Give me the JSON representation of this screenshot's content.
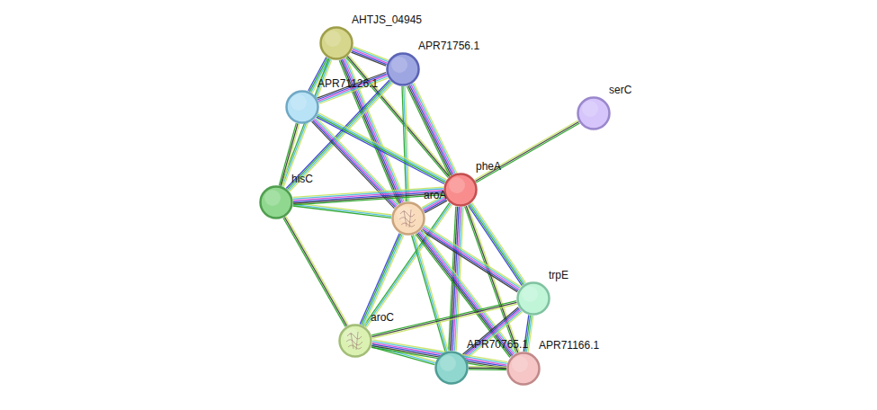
{
  "diagram": {
    "nodes": [
      {
        "text": [
          "AHTJS_04945"
        ]
      },
      {
        "text": [
          "APR71756.1"
        ]
      },
      {
        "text": [
          "APR71126.1"
        ]
      },
      {
        "text": [
          "serC"
        ]
      },
      {
        "text": [
          "hisC"
        ]
      },
      {
        "text": [
          "pheA"
        ]
      },
      {
        "text": [
          "aroA"
        ]
      },
      {
        "text": [
          "trpE"
        ]
      },
      {
        "text": [
          "aroC"
        ]
      },
      {
        "text": [
          "APR70765.1"
        ]
      },
      {
        "text": [
          "APR71166.1"
        ]
      }
    ],
    "edges": [
      {
        "from": 5,
        "to": 3,
        "arrow": "none"
      },
      {
        "from": 0,
        "to": 1,
        "arrow": "none"
      },
      {
        "from": 0,
        "to": 2,
        "arrow": "none"
      },
      {
        "from": 0,
        "to": 4,
        "arrow": "none"
      },
      {
        "from": 0,
        "to": 6,
        "arrow": "none"
      },
      {
        "from": 0,
        "to": 5,
        "arrow": "none"
      },
      {
        "from": 1,
        "to": 2,
        "arrow": "none"
      },
      {
        "from": 1,
        "to": 4,
        "arrow": "none"
      },
      {
        "from": 1,
        "to": 6,
        "arrow": "none"
      },
      {
        "from": 1,
        "to": 5,
        "arrow": "none"
      },
      {
        "from": 2,
        "to": 4,
        "arrow": "none"
      },
      {
        "from": 2,
        "to": 6,
        "arrow": "none"
      },
      {
        "from": 2,
        "to": 5,
        "arrow": "none"
      },
      {
        "from": 4,
        "to": 6,
        "arrow": "none"
      },
      {
        "from": 4,
        "to": 5,
        "arrow": "none"
      },
      {
        "from": 4,
        "to": 8,
        "arrow": "none"
      },
      {
        "from": 6,
        "to": 5,
        "arrow": "none"
      },
      {
        "from": 5,
        "to": 7,
        "arrow": "none"
      },
      {
        "from": 5,
        "to": 8,
        "arrow": "none"
      },
      {
        "from": 5,
        "to": 9,
        "arrow": "none"
      },
      {
        "from": 5,
        "to": 10,
        "arrow": "none"
      },
      {
        "from": 6,
        "to": 7,
        "arrow": "none"
      },
      {
        "from": 6,
        "to": 8,
        "arrow": "none"
      },
      {
        "from": 6,
        "to": 9,
        "arrow": "none"
      },
      {
        "from": 6,
        "to": 10,
        "arrow": "none"
      },
      {
        "from": 7,
        "to": 8,
        "arrow": "none"
      },
      {
        "from": 7,
        "to": 9,
        "arrow": "none"
      },
      {
        "from": 7,
        "to": 10,
        "arrow": "none"
      },
      {
        "from": 8,
        "to": 9,
        "arrow": "none"
      },
      {
        "from": 8,
        "to": 10,
        "arrow": "none"
      },
      {
        "from": 9,
        "to": 10,
        "arrow": "none"
      }
    ]
  }
}
